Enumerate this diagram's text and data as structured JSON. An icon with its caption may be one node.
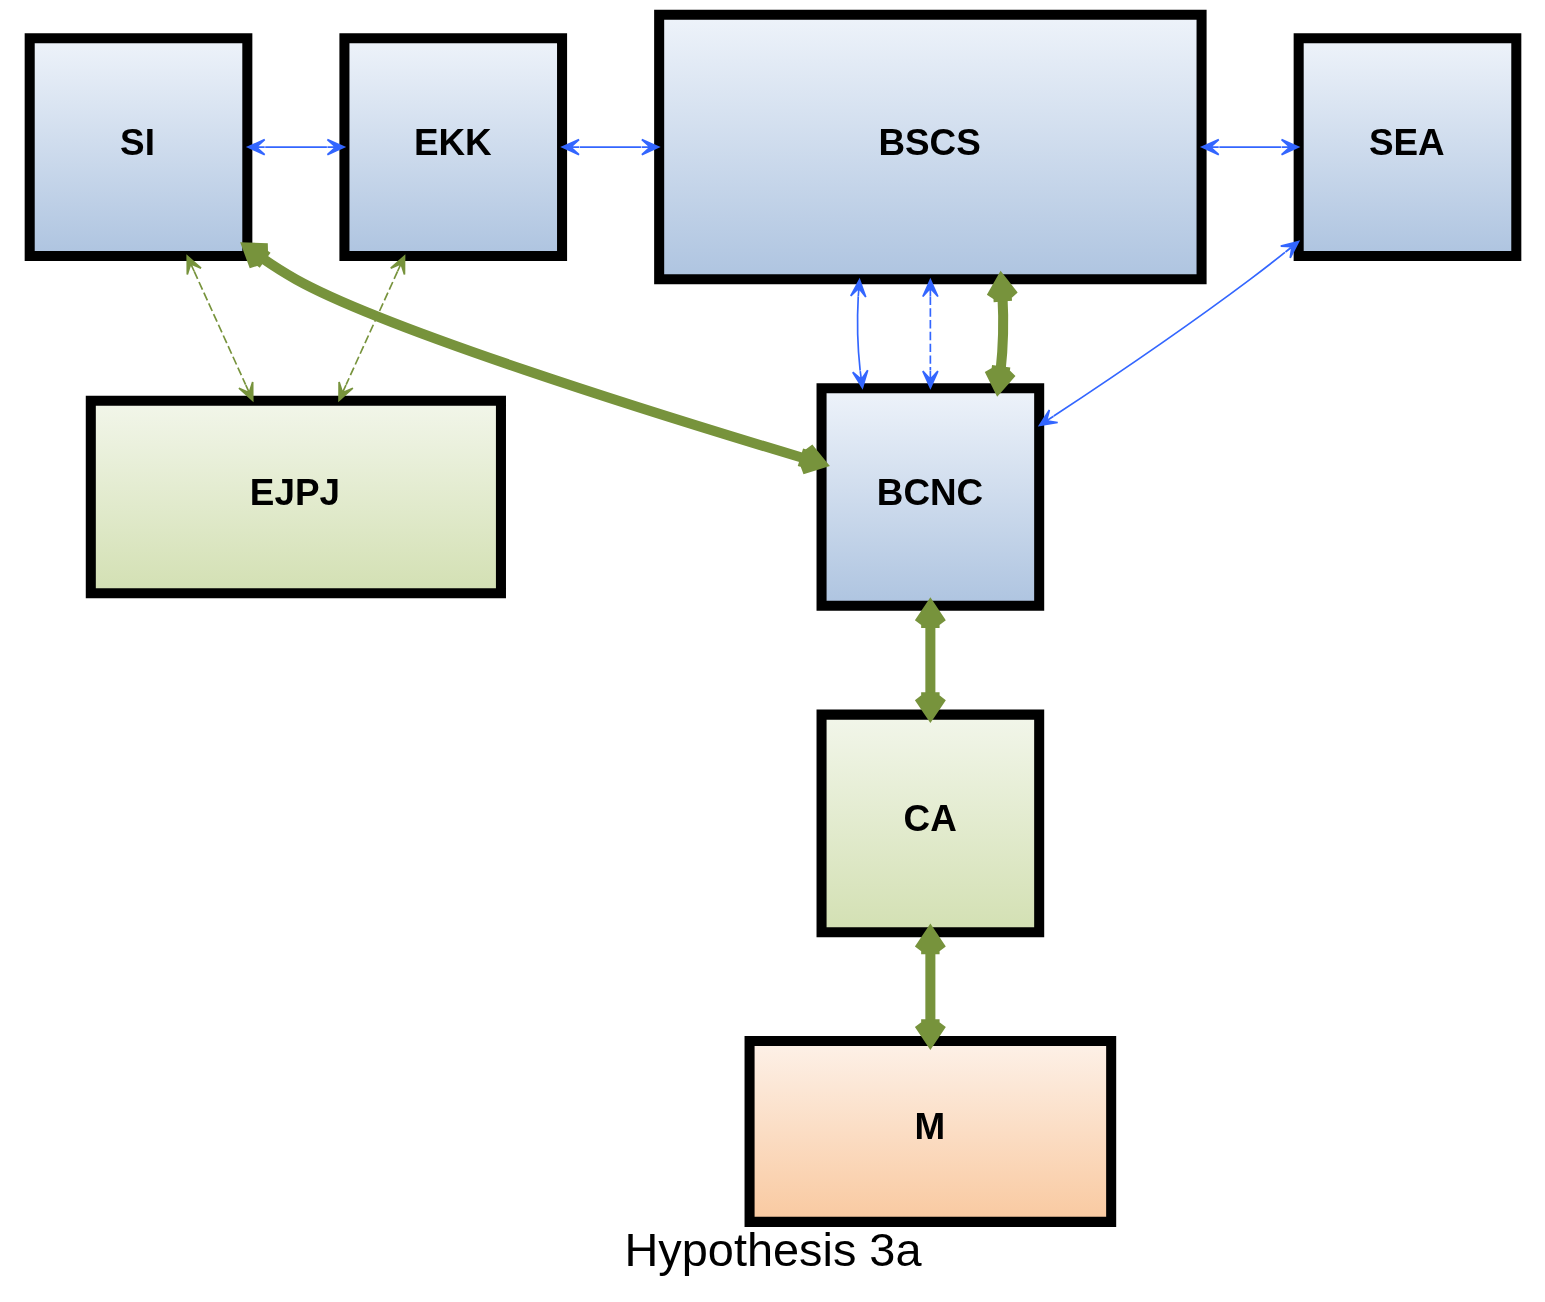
{
  "diagram": {
    "caption": "Hypothesis 3a",
    "nodes": [
      {
        "text": [
          "BSCS"
        ]
      },
      {
        "text": [
          "EKK"
        ]
      },
      {
        "text": [
          "SEA"
        ]
      },
      {
        "text": [
          "SI"
        ]
      },
      {
        "text": [
          "BCNC"
        ]
      },
      {
        "text": [
          "EJPJ"
        ]
      },
      {
        "text": [
          "CA"
        ]
      },
      {
        "text": [
          "M"
        ]
      }
    ],
    "edges": [
      {
        "from": 1,
        "to": 0,
        "arrow": "both",
        "color": "#3366ff"
      },
      {
        "from": 3,
        "to": 1,
        "arrow": "both",
        "color": "#3366ff"
      },
      {
        "from": 0,
        "to": 2,
        "arrow": "both",
        "color": "#3366ff"
      },
      {
        "from": 0,
        "to": 4,
        "arrow": "both",
        "color": "#3366ff"
      },
      {
        "from": 0,
        "to": 4,
        "arrow": "both",
        "style": "dashed",
        "color": "#3366ff"
      },
      {
        "from": 2,
        "to": 4,
        "arrow": "both",
        "color": "#3366ff"
      },
      {
        "from": 3,
        "to": 4,
        "arrow": "both",
        "style": "thick",
        "color": "#77933c"
      },
      {
        "from": 0,
        "to": 4,
        "arrow": "both",
        "style": "thick",
        "color": "#77933c"
      },
      {
        "from": 4,
        "to": 6,
        "arrow": "both",
        "style": "thick",
        "color": "#77933c"
      },
      {
        "from": 6,
        "to": 7,
        "arrow": "both",
        "style": "thick",
        "color": "#77933c"
      },
      {
        "from": 3,
        "to": 5,
        "arrow": "both",
        "style": "dashed",
        "color": "#77933c"
      },
      {
        "from": 1,
        "to": 5,
        "arrow": "both",
        "style": "dashed",
        "color": "#77933c"
      }
    ]
  }
}
